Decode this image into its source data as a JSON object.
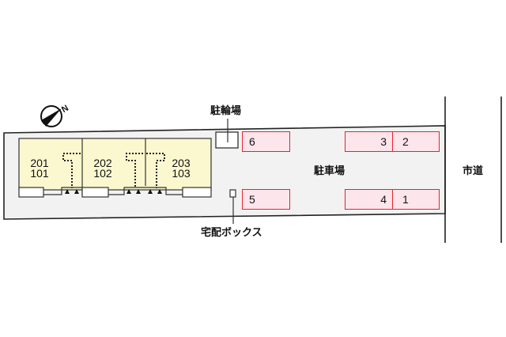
{
  "diagram": {
    "type": "site-plan",
    "compass": {
      "icon": "north-arrow-icon",
      "label": "N"
    },
    "building": {
      "units": [
        {
          "upper": "201",
          "lower": "101"
        },
        {
          "upper": "202",
          "lower": "102"
        },
        {
          "upper": "203",
          "lower": "103"
        }
      ],
      "fill_color": "#fbf8cf"
    },
    "labels": {
      "bicycle_parking": "駐輪場",
      "parking_lot": "駐車場",
      "delivery_box": "宅配ボックス",
      "city_road": "市道"
    },
    "parking_slots": {
      "top_left": "6",
      "bottom_left": "5",
      "top_right_a": "3",
      "top_right_b": "2",
      "bottom_right_a": "4",
      "bottom_right_b": "1"
    },
    "colors": {
      "lot_fill": "#f2f2f2",
      "slot_border": "#e8232d",
      "slot_fill": "#fde5ec",
      "line": "#222222"
    }
  }
}
